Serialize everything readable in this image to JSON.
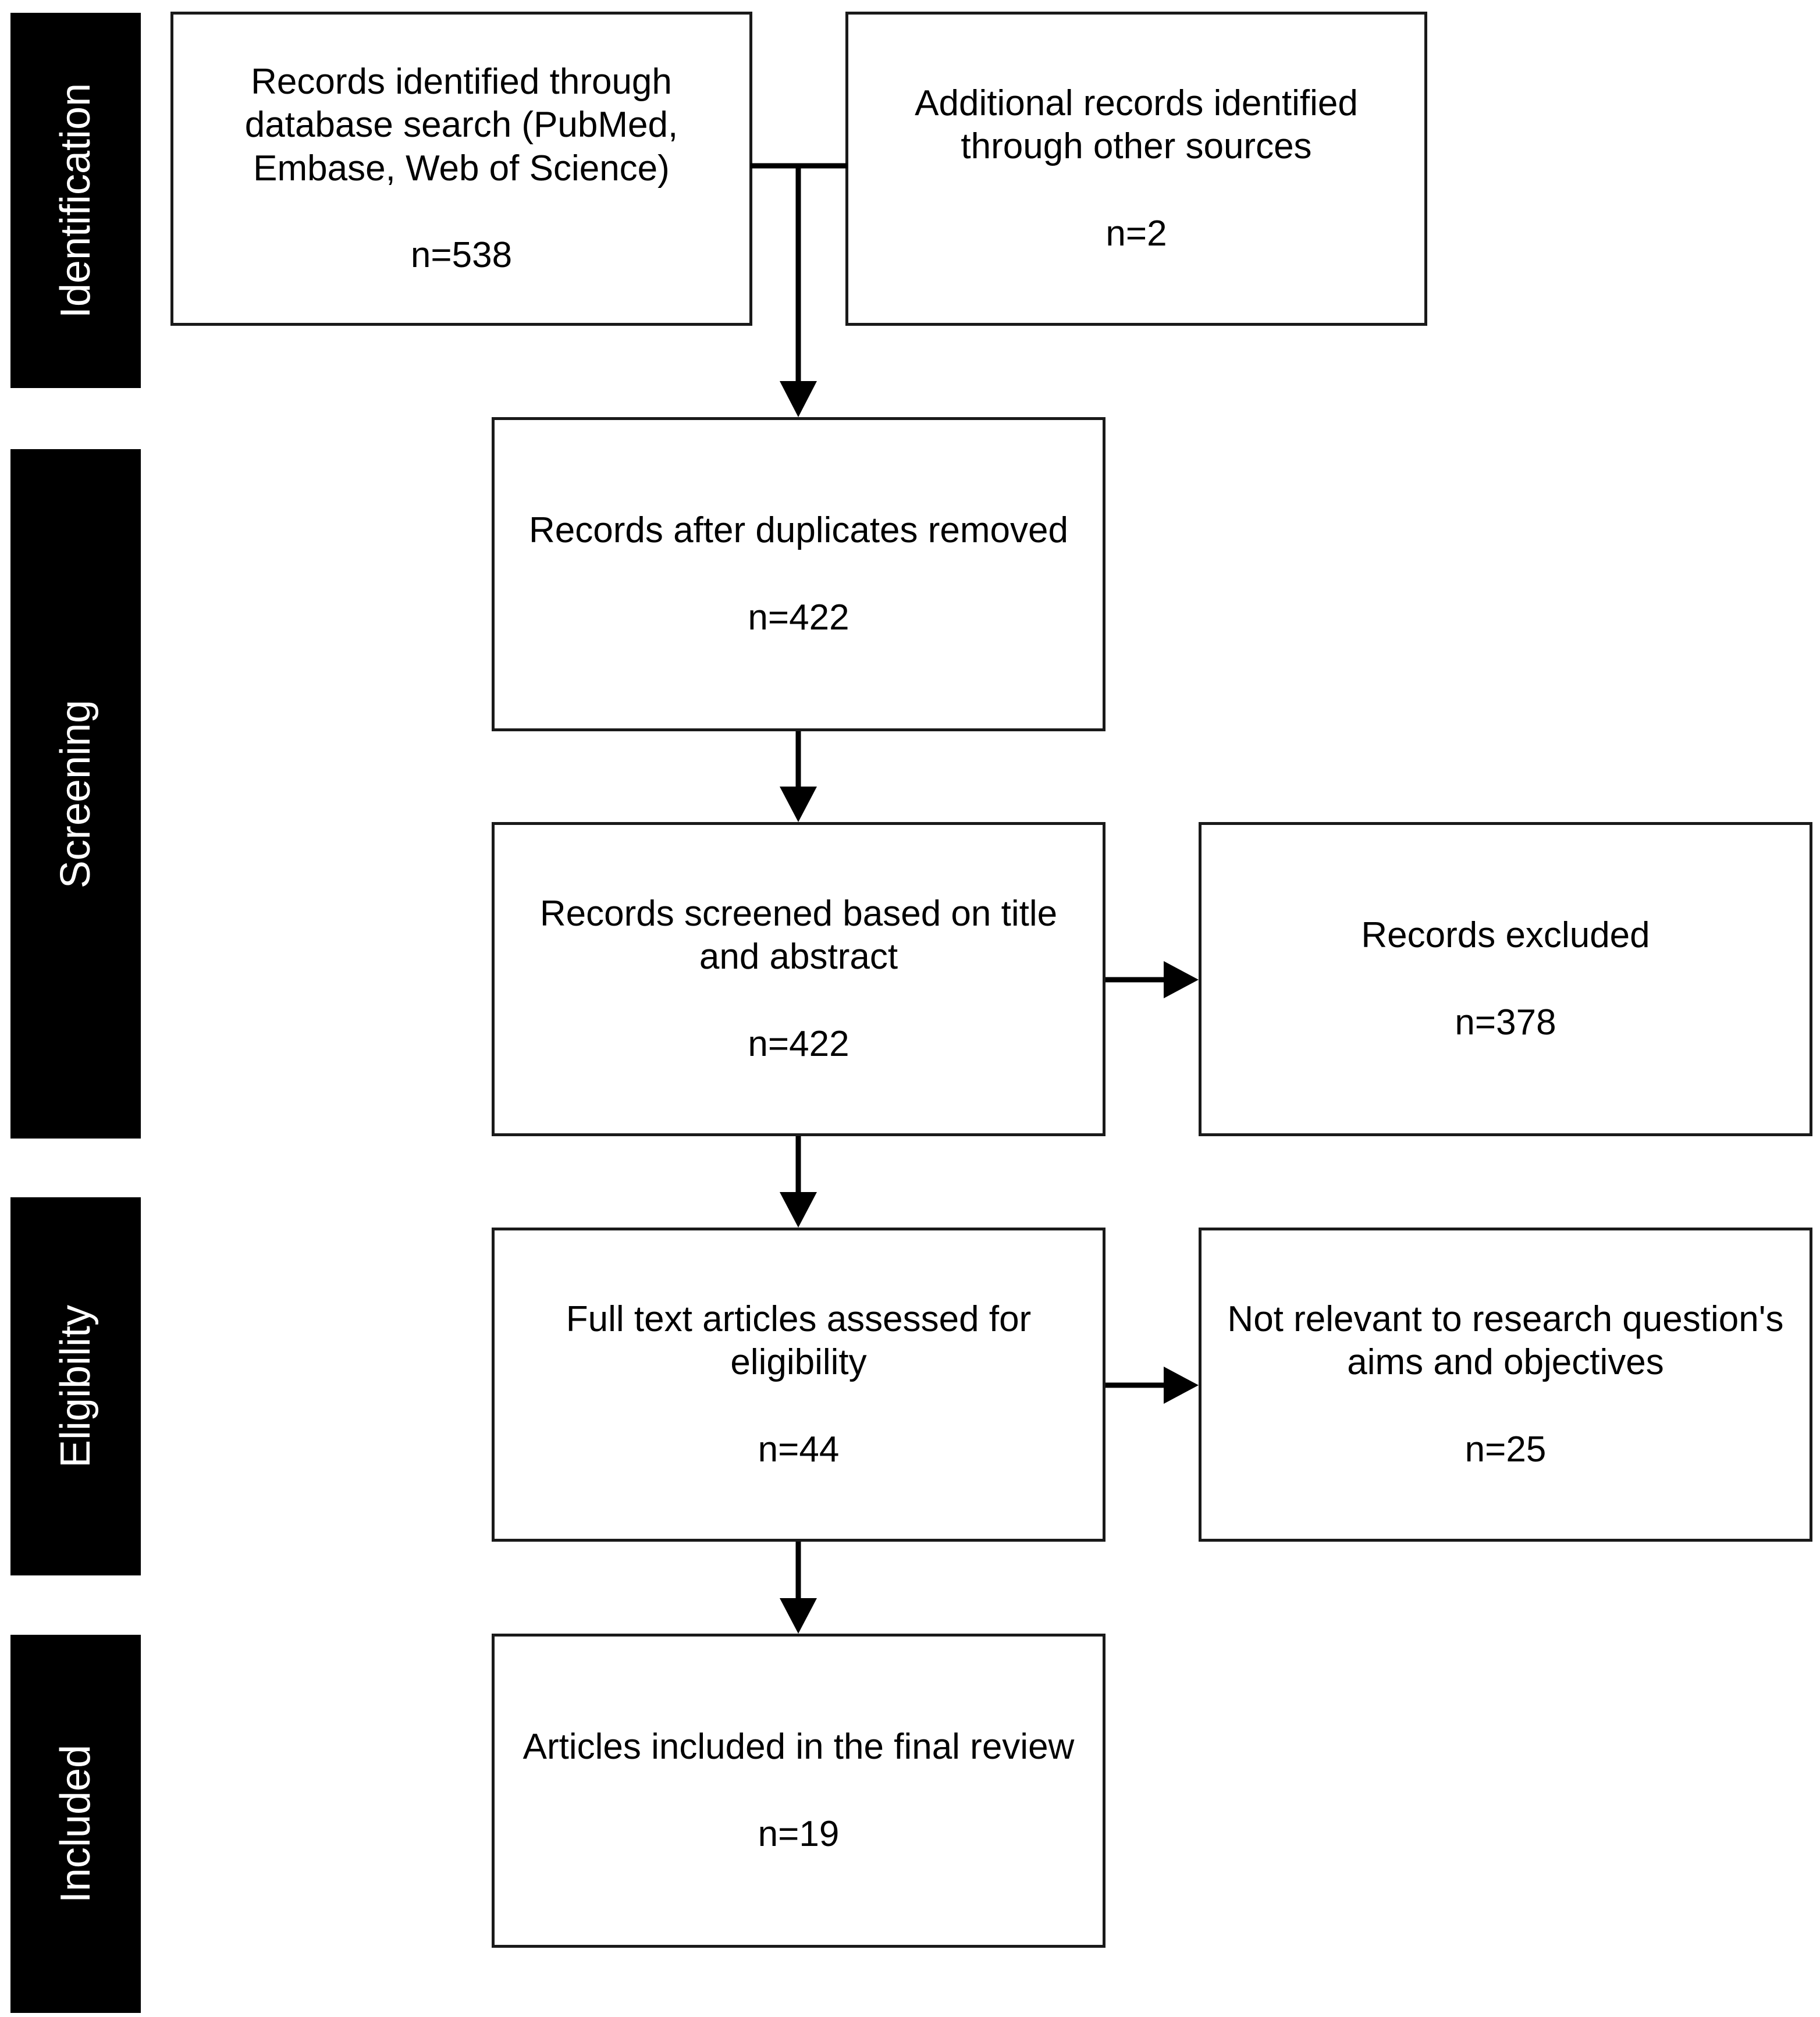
{
  "phases": {
    "identification": "Identification",
    "screening": "Screening",
    "eligibility": "Eligibility",
    "included": "Included"
  },
  "boxes": {
    "database_search": {
      "text": "Records identified through database search (PubMed, Embase, Web of Science)",
      "count": "n=538"
    },
    "other_sources": {
      "text": "Additional records identified through other sources",
      "count": "n=2"
    },
    "duplicates_removed": {
      "text": "Records after duplicates removed",
      "count": "n=422"
    },
    "screened": {
      "text": "Records screened based on title and abstract",
      "count": "n=422"
    },
    "excluded": {
      "text": "Records excluded",
      "count": "n=378"
    },
    "full_text": {
      "text": "Full text articles assessed for eligibility",
      "count": "n=44"
    },
    "not_relevant": {
      "text": "Not relevant to research question's aims and objectives",
      "count": "n=25"
    },
    "included": {
      "text": "Articles included in the final review",
      "count": "n=19"
    }
  },
  "colors": {
    "phase_background": "#000000",
    "phase_text": "#ffffff",
    "box_border": "#1a1a1a",
    "arrow": "#000000"
  }
}
